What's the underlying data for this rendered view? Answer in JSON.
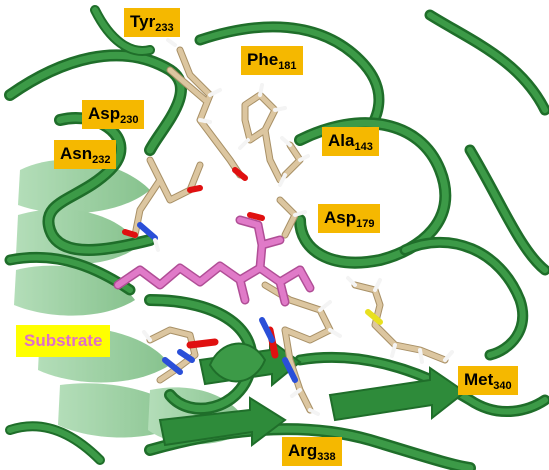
{
  "labels": {
    "tyr": {
      "name": "Tyr",
      "num": "233"
    },
    "phe": {
      "name": "Phe",
      "num": "181"
    },
    "asp230": {
      "name": "Asp",
      "num": "230"
    },
    "asn": {
      "name": "Asn",
      "num": "232"
    },
    "ala": {
      "name": "Ala",
      "num": "143"
    },
    "asp179": {
      "name": "Asp",
      "num": "179"
    },
    "met": {
      "name": "Met",
      "num": "340"
    },
    "arg": {
      "name": "Arg",
      "num": "338"
    },
    "substrate": "Substrate"
  },
  "colors": {
    "ribbon": "#2e8b3a",
    "ribbon_light": "#7fc488",
    "carbon": "#dcc6a0",
    "oxygen": "#e01010",
    "nitrogen": "#2a4fd8",
    "sulfur": "#e8e020",
    "hydrogen": "#f4f4f4",
    "substrate": "#e07ac8",
    "label_bg": "#f5b800",
    "substrate_label_bg": "#ffff00"
  }
}
